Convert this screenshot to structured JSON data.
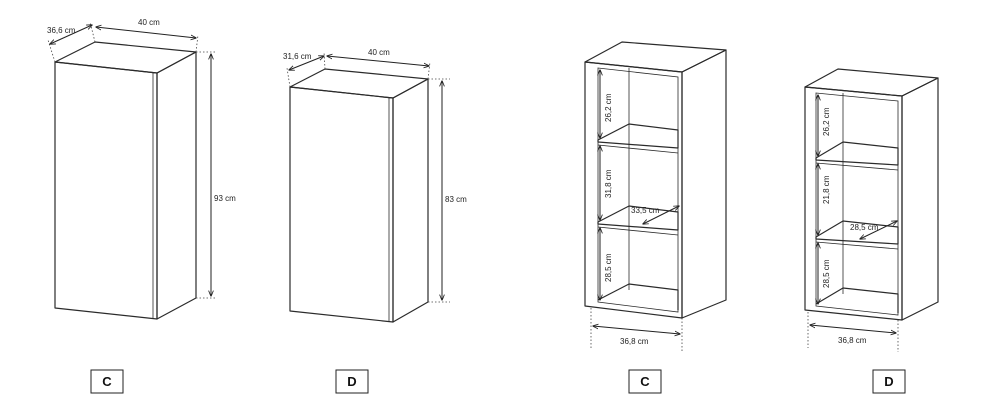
{
  "closed_cabinet_c": {
    "depth_label": "36,6 cm",
    "width_label": "40 cm",
    "height_label": "93 cm",
    "variant_label": "C"
  },
  "closed_cabinet_d": {
    "depth_label": "31,6 cm",
    "width_label": "40 cm",
    "height_label": "83 cm",
    "variant_label": "D"
  },
  "open_shelf_c": {
    "top_compartment_label": "26,2 cm",
    "middle_compartment_label": "31,8 cm",
    "bottom_compartment_label": "28,5 cm",
    "inner_depth_label": "33,5 cm",
    "width_label": "36,8 cm",
    "variant_label": "C"
  },
  "open_shelf_d": {
    "top_compartment_label": "26,2 cm",
    "middle_compartment_label": "21,8 cm",
    "bottom_compartment_label": "28,5 cm",
    "inner_depth_label": "28,5 cm",
    "width_label": "36,8 cm",
    "variant_label": "D"
  }
}
